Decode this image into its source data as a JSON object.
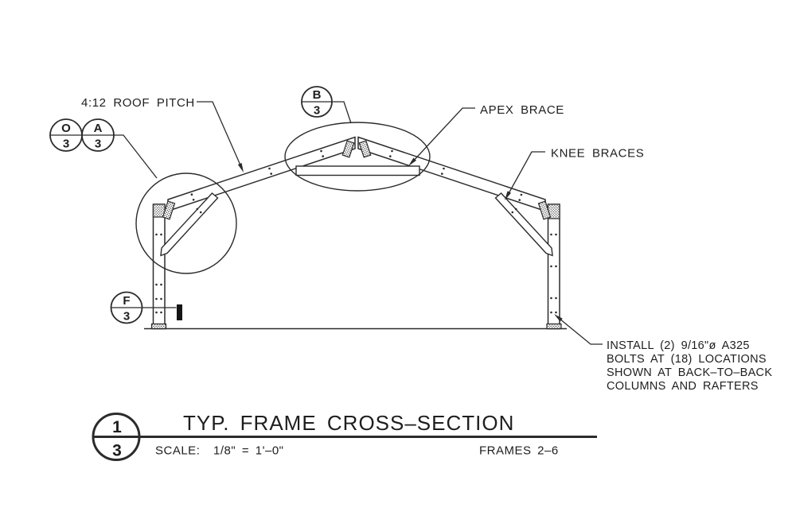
{
  "drawing": {
    "labels": {
      "roof_pitch": "4:12 ROOF PITCH",
      "apex_brace": "APEX BRACE",
      "knee_braces": "KNEE BRACES"
    },
    "callouts": {
      "o": {
        "letter": "O",
        "number": "3"
      },
      "a": {
        "letter": "A",
        "number": "3"
      },
      "b": {
        "letter": "B",
        "number": "3"
      },
      "f": {
        "letter": "F",
        "number": "3"
      }
    },
    "note_lines": [
      "INSTALL (2) 9/16\"ø A325",
      "BOLTS AT (18) LOCATIONS",
      "SHOWN AT BACK–TO–BACK",
      "COLUMNS AND RAFTERS"
    ]
  },
  "title_block": {
    "detail_number": "1",
    "sheet_number": "3",
    "title": "TYP. FRAME CROSS–SECTION",
    "scale_label": "SCALE:",
    "scale_value": "1/8\" = 1'–0\"",
    "frames_label": "FRAMES 2–6"
  }
}
